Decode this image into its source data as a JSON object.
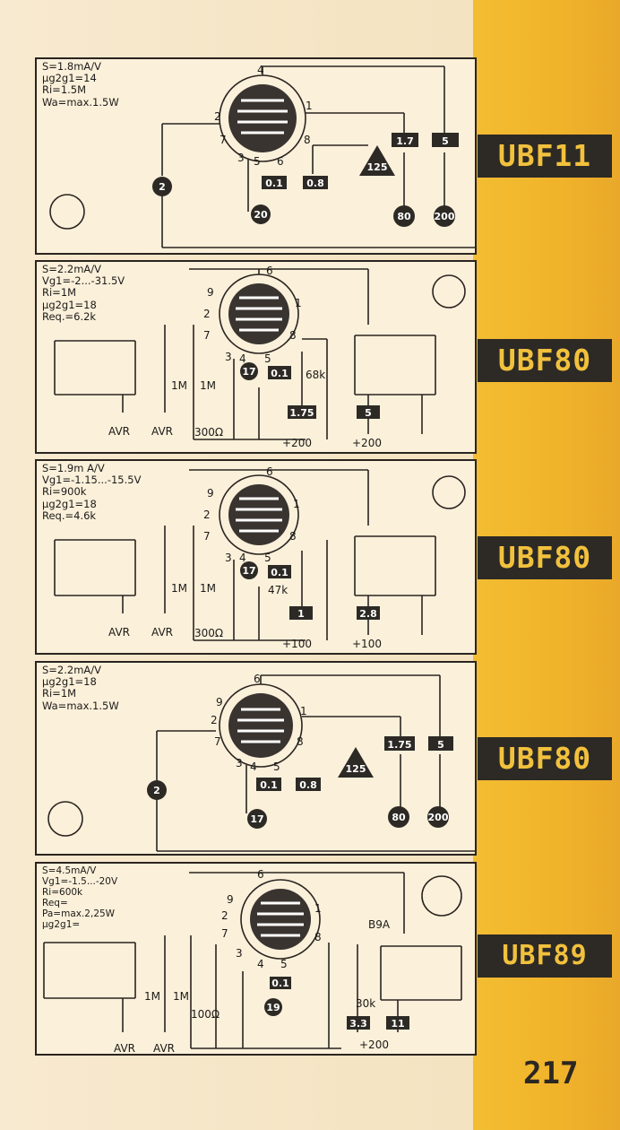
{
  "page_number": "217",
  "panels": [
    {
      "tube": "UBF11",
      "specs": [
        "S=1.8mA/V",
        "µg2g1=14",
        "Ri=1.5M",
        "Wa=max.1.5W"
      ],
      "pins": [
        "4",
        "1",
        "2",
        "7",
        "3",
        "5",
        "6",
        "8"
      ],
      "boxes": [
        "1.7",
        "5",
        "0.1",
        "0.8"
      ],
      "circles": [
        "2",
        "20",
        "80",
        "200"
      ],
      "triangle": "125"
    },
    {
      "tube": "UBF80",
      "specs": [
        "S=2.2mA/V",
        "Vg1=-2...-31.5V",
        "Ri=1M",
        "µg2g1=18",
        "Req.=6.2k"
      ],
      "pins": [
        "6",
        "9",
        "1",
        "2",
        "7",
        "8",
        "3",
        "4",
        "5"
      ],
      "boxes": [
        "0.1",
        "1.75",
        "5"
      ],
      "circles": [
        "17"
      ],
      "labels": [
        "AVR",
        "AVR",
        "1M",
        "1M",
        "300Ω",
        "68k",
        "+200",
        "+200"
      ]
    },
    {
      "tube": "UBF80",
      "specs": [
        "S=1.9m A/V",
        "Vg1=-1.15...-15.5V",
        "Ri=900k",
        "µg2g1=18",
        "Req.=4.6k"
      ],
      "pins": [
        "6",
        "9",
        "1",
        "2",
        "7",
        "8",
        "3",
        "4",
        "5"
      ],
      "boxes": [
        "0.1",
        "1",
        "2.8"
      ],
      "circles": [
        "17"
      ],
      "labels": [
        "AVR",
        "AVR",
        "1M",
        "1M",
        "300Ω",
        "47k",
        "+100",
        "+100"
      ]
    },
    {
      "tube": "UBF80",
      "specs": [
        "S=2.2mA/V",
        "µg2g1=18",
        "Ri=1M",
        "Wa=max.1.5W"
      ],
      "pins": [
        "6",
        "9",
        "1",
        "2",
        "7",
        "8",
        "3",
        "4",
        "5"
      ],
      "boxes": [
        "1.75",
        "5",
        "0.1",
        "0.8"
      ],
      "circles": [
        "2",
        "17",
        "80",
        "200"
      ],
      "triangle": "125"
    },
    {
      "tube": "UBF89",
      "specs": [
        "S=4.5mA/V",
        "Vg1=-1.5...-20V",
        "Ri=600k",
        "Req=",
        "Pa=max.2,25W",
        "µg2g1="
      ],
      "pins": [
        "6",
        "9",
        "1",
        "2",
        "7",
        "8",
        "3",
        "4",
        "5"
      ],
      "boxes": [
        "0.1",
        "3.3",
        "11"
      ],
      "circles": [
        "19"
      ],
      "labels": [
        "AVR",
        "AVR",
        "1M",
        "1M",
        "100Ω",
        "30k",
        "+200",
        "B9A"
      ]
    }
  ],
  "colors": {
    "band": "#f2b82e",
    "tab_bg": "#2d2a26",
    "tab_text": "#f2c13c",
    "ink": "#2a2420",
    "paper": "#fbf0da"
  }
}
